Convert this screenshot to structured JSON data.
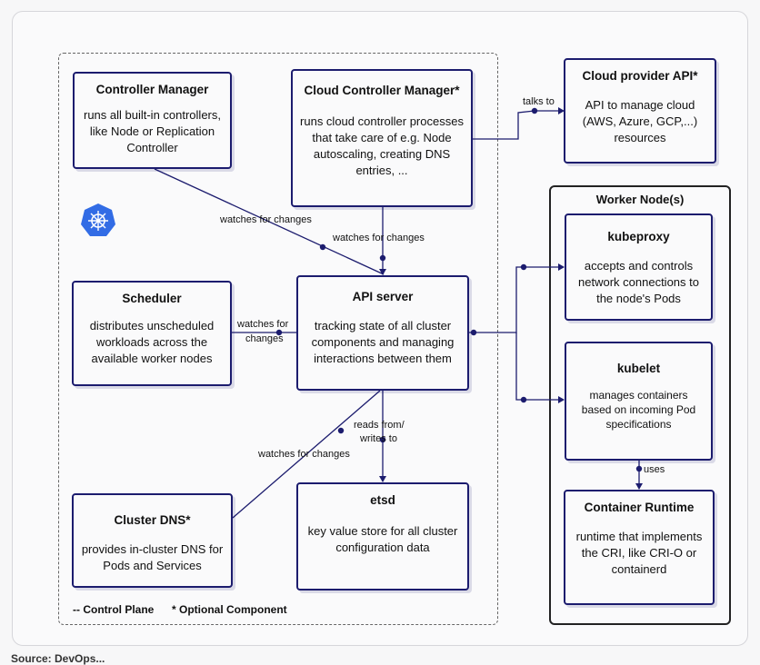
{
  "boxes": {
    "controller_manager": {
      "title": "Controller Manager",
      "desc": "runs all built-in controllers, like Node or Replication Controller"
    },
    "cloud_controller_manager": {
      "title": "Cloud Controller Manager*",
      "desc": "runs cloud controller processes that take care of e.g. Node autoscaling, creating DNS entries, ..."
    },
    "cloud_provider_api": {
      "title": "Cloud provider API*",
      "desc": "API to manage cloud (AWS, Azure, GCP,...) resources"
    },
    "scheduler": {
      "title": "Scheduler",
      "desc": "distributes unscheduled workloads across the available worker nodes"
    },
    "api_server": {
      "title": "API server",
      "desc": "tracking state of all cluster components and managing interactions between them"
    },
    "kubeproxy": {
      "title": "kubeproxy",
      "desc": "accepts and controls network connections to the node's Pods"
    },
    "kubelet": {
      "title": "kubelet",
      "desc": "manages containers based on incoming Pod specifications"
    },
    "cluster_dns": {
      "title": "Cluster DNS*",
      "desc": "provides in-cluster DNS for Pods and Services"
    },
    "etsd": {
      "title": "etsd",
      "desc": "key value store for all cluster configuration data"
    },
    "container_runtime": {
      "title": "Container Runtime",
      "desc": "runtime that implements the CRI, like CRI-O or containerd"
    }
  },
  "worker_node_title": "Worker Node(s)",
  "labels": {
    "talks_to": "talks to",
    "watches_1": "watches for changes",
    "watches_2": "watches for changes",
    "watches_sched_1": "watches for",
    "watches_sched_2": "changes",
    "reads_1": "reads from/",
    "reads_2": "writes to",
    "watches_dns": "watches for changes",
    "uses": "uses"
  },
  "legend": {
    "control_plane": "-- Control Plane",
    "optional": "* Optional Component"
  },
  "source": "Source: DevOps...",
  "colors": {
    "line": "#1c1c6e",
    "k8s_blue": "#326ce5"
  }
}
